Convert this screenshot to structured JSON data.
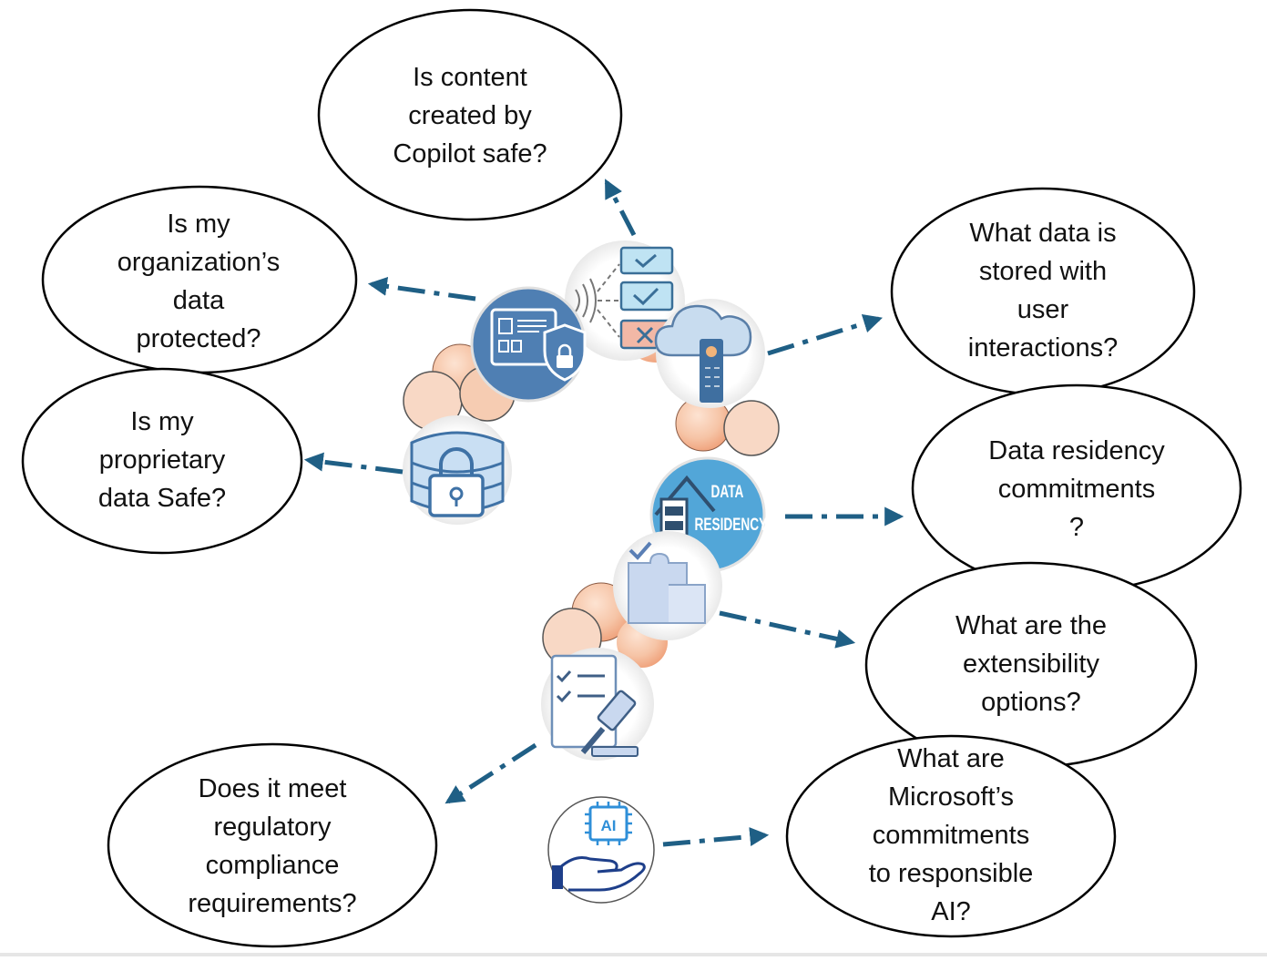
{
  "questions": [
    {
      "id": "copilot-safe",
      "lines": [
        "Is content",
        "created by",
        "Copilot safe?"
      ]
    },
    {
      "id": "org-data",
      "lines": [
        "Is my",
        "organization’s",
        "data",
        "protected?"
      ]
    },
    {
      "id": "proprietary",
      "lines": [
        "Is my",
        "proprietary",
        "data Safe?"
      ]
    },
    {
      "id": "user-interactions",
      "lines": [
        "What data is",
        "stored with",
        "user",
        "interactions?"
      ]
    },
    {
      "id": "data-residency",
      "lines": [
        "Data residency",
        "commitments",
        "?"
      ]
    },
    {
      "id": "extensibility",
      "lines": [
        "What are the",
        "extensibility",
        "options?"
      ]
    },
    {
      "id": "regulatory",
      "lines": [
        "Does it meet",
        "regulatory",
        "compliance",
        "requirements?"
      ]
    },
    {
      "id": "responsible-ai",
      "lines": [
        "What are",
        "Microsoft’s",
        "commitments",
        "to responsible",
        "AI?"
      ]
    }
  ],
  "icon_labels": {
    "data_residency": [
      "DATA",
      "RESIDENCY"
    ],
    "ai_chip": "AI"
  },
  "colors": {
    "arrow": "#1f5f85",
    "bead_peach": "#f3b693",
    "icon_blue": "#4f7fb3",
    "residency_blue": "#52a6d8"
  }
}
